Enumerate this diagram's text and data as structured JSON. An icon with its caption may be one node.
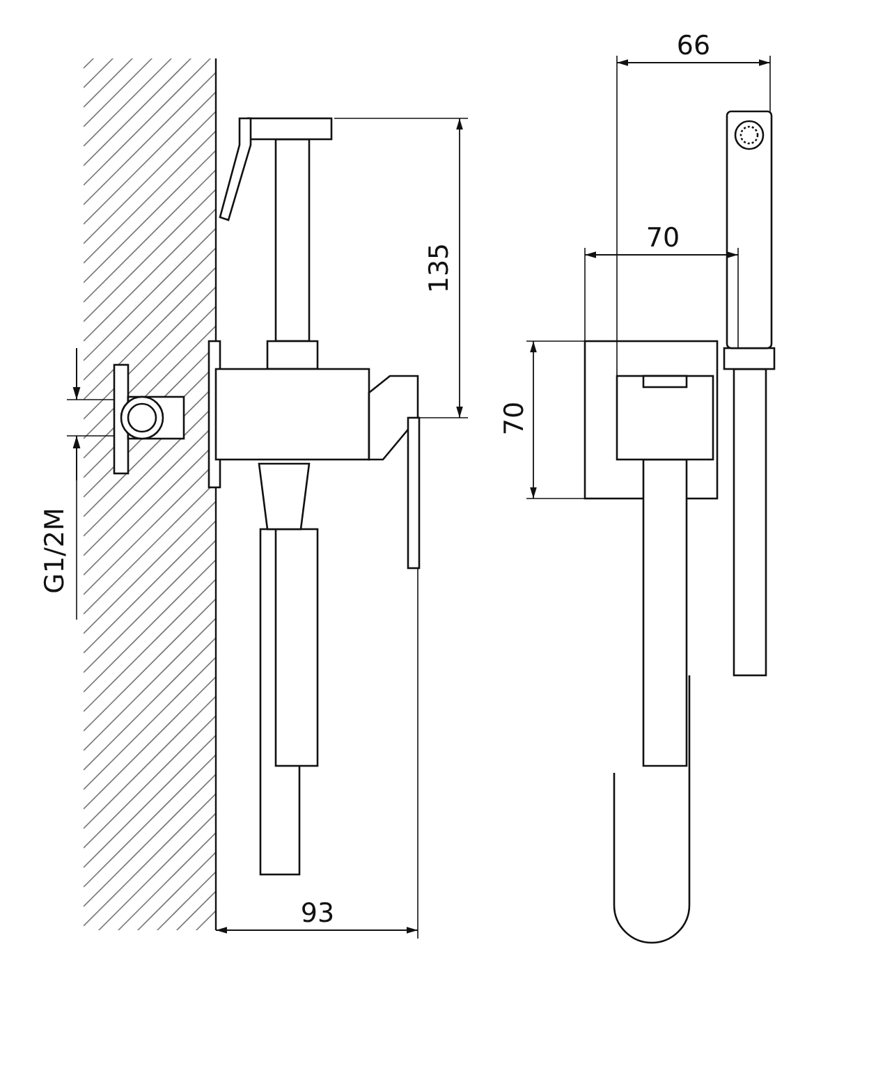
{
  "diagram": {
    "labels": [
      "66",
      "70",
      "135",
      "70",
      "G1/2M",
      "93"
    ]
  }
}
